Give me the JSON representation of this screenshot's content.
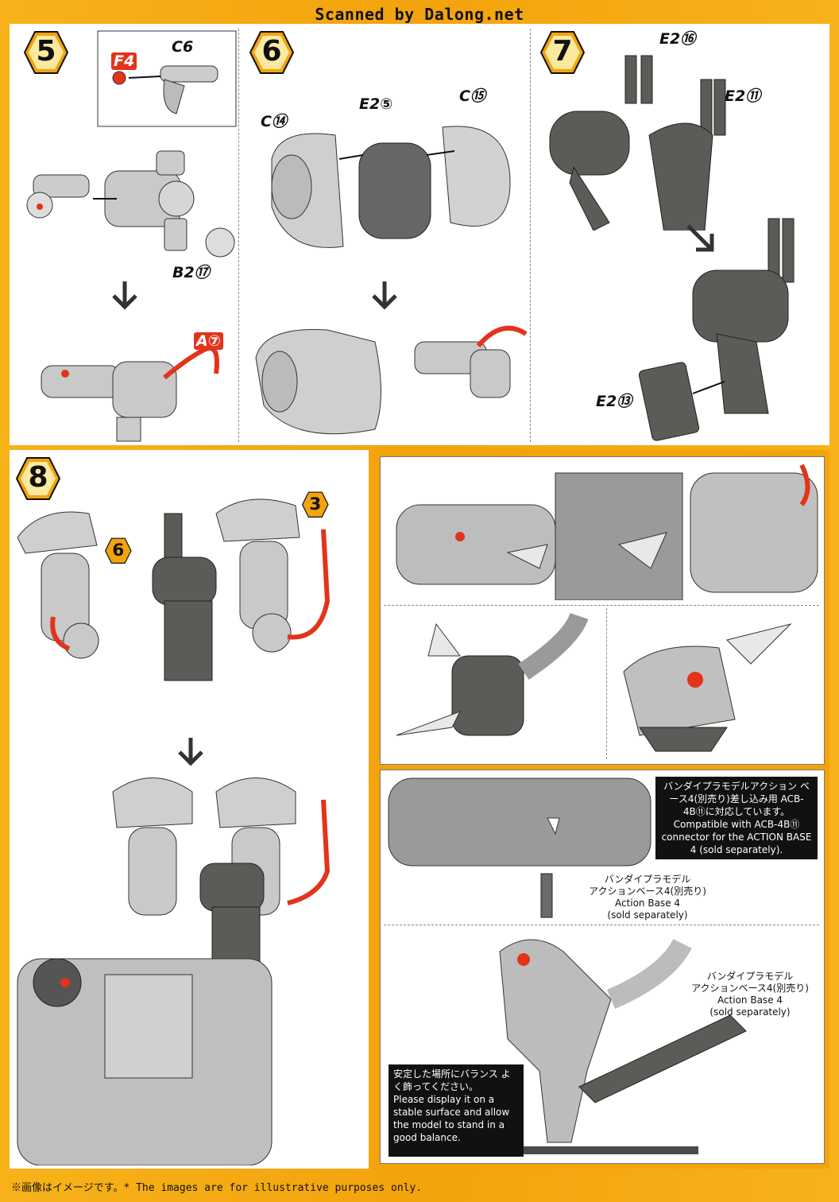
{
  "header": {
    "scan_credit": "Scanned by Dalong.net"
  },
  "steps": {
    "s5": {
      "num": "5",
      "parts": {
        "f4": "F4",
        "c6": "C6",
        "b2_17": "B2⑰",
        "a7": "A⑦"
      }
    },
    "s6": {
      "num": "6",
      "parts": {
        "e2_5": "E2⑤",
        "c15": "C⑮",
        "c14": "C⑭"
      }
    },
    "s7": {
      "num": "7",
      "parts": {
        "e2_16": "E2⑯",
        "e2_11": "E2⑪",
        "e2_13": "E2⑬"
      }
    },
    "s8": {
      "num": "8",
      "refs": {
        "r6": "6",
        "r3": "3"
      }
    }
  },
  "notes": {
    "compat_jp": "バンダイプラモデルアクション ベース4(別売り)差し込み用 ACB-4B⑪に対応しています。",
    "compat_en": "Compatible with ACB-4B⑪ connector for the ACTION BASE 4 (sold separately).",
    "ab_jp1": "バンダイプラモデル",
    "ab_jp2": "アクションベース4(別売り)",
    "ab_en1": "Action Base 4",
    "ab_en2": "(sold separately)",
    "balance_jp": "安定した場所にバランス よく飾ってください。",
    "balance_en": "Please display it on a stable surface and allow the model to stand in a good balance."
  },
  "footer": {
    "text": "※画像はイメージです。* The images are for illustrative purposes only."
  },
  "colors": {
    "accent": "#f3a30c",
    "part_red": "#e1341b",
    "dark_part": "#5a5c58",
    "light_part": "#c9c9c9"
  }
}
